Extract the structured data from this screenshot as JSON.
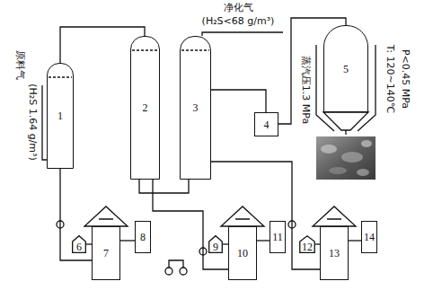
{
  "diagram": {
    "nodes": [
      {
        "text": [
          "1"
        ]
      },
      {
        "text": [
          "2"
        ]
      },
      {
        "text": [
          "3"
        ]
      },
      {
        "text": [
          "4"
        ]
      },
      {
        "text": [
          "5"
        ]
      },
      {
        "text": [
          "6"
        ]
      },
      {
        "text": [
          "7"
        ]
      },
      {
        "text": [
          "8"
        ]
      },
      {
        "text": [
          "9"
        ]
      },
      {
        "text": [
          "10"
        ]
      },
      {
        "text": [
          "11"
        ]
      },
      {
        "text": [
          "12"
        ]
      },
      {
        "text": [
          "13"
        ]
      },
      {
        "text": [
          "14"
        ]
      }
    ],
    "edges": [
      {
        "from": 0,
        "to": 1,
        "arrow": "none"
      },
      {
        "from": 1,
        "to": 2,
        "arrow": "none"
      },
      {
        "from": 0,
        "to": 6,
        "arrow": "none"
      },
      {
        "from": 5,
        "to": 6,
        "arrow": "none"
      },
      {
        "from": 6,
        "to": 7,
        "arrow": "none"
      },
      {
        "from": 1,
        "to": 9,
        "arrow": "none"
      },
      {
        "from": 8,
        "to": 9,
        "arrow": "none"
      },
      {
        "from": 9,
        "to": 10,
        "arrow": "none"
      },
      {
        "from": 2,
        "to": 12,
        "arrow": "none"
      },
      {
        "from": 11,
        "to": 12,
        "arrow": "none"
      },
      {
        "from": 12,
        "to": 13,
        "arrow": "none"
      },
      {
        "from": 2,
        "to": 3,
        "arrow": "none"
      },
      {
        "from": 3,
        "to": 4,
        "arrow": "none"
      }
    ],
    "labels": [
      "净化气",
      "(H₂S<68 g/m³)",
      "原料气",
      "(H₂S 1.64 g/m³)",
      "蒸汽压1.3 MPa",
      "T: 120~140℃",
      "P<0.45 MPa"
    ]
  }
}
